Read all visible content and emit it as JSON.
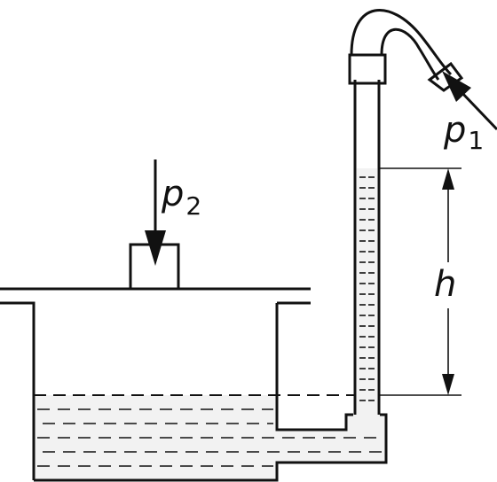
{
  "labels": {
    "p1": {
      "main": "p",
      "sub": "1"
    },
    "p2": {
      "main": "p",
      "sub": "2"
    },
    "h": "h"
  }
}
